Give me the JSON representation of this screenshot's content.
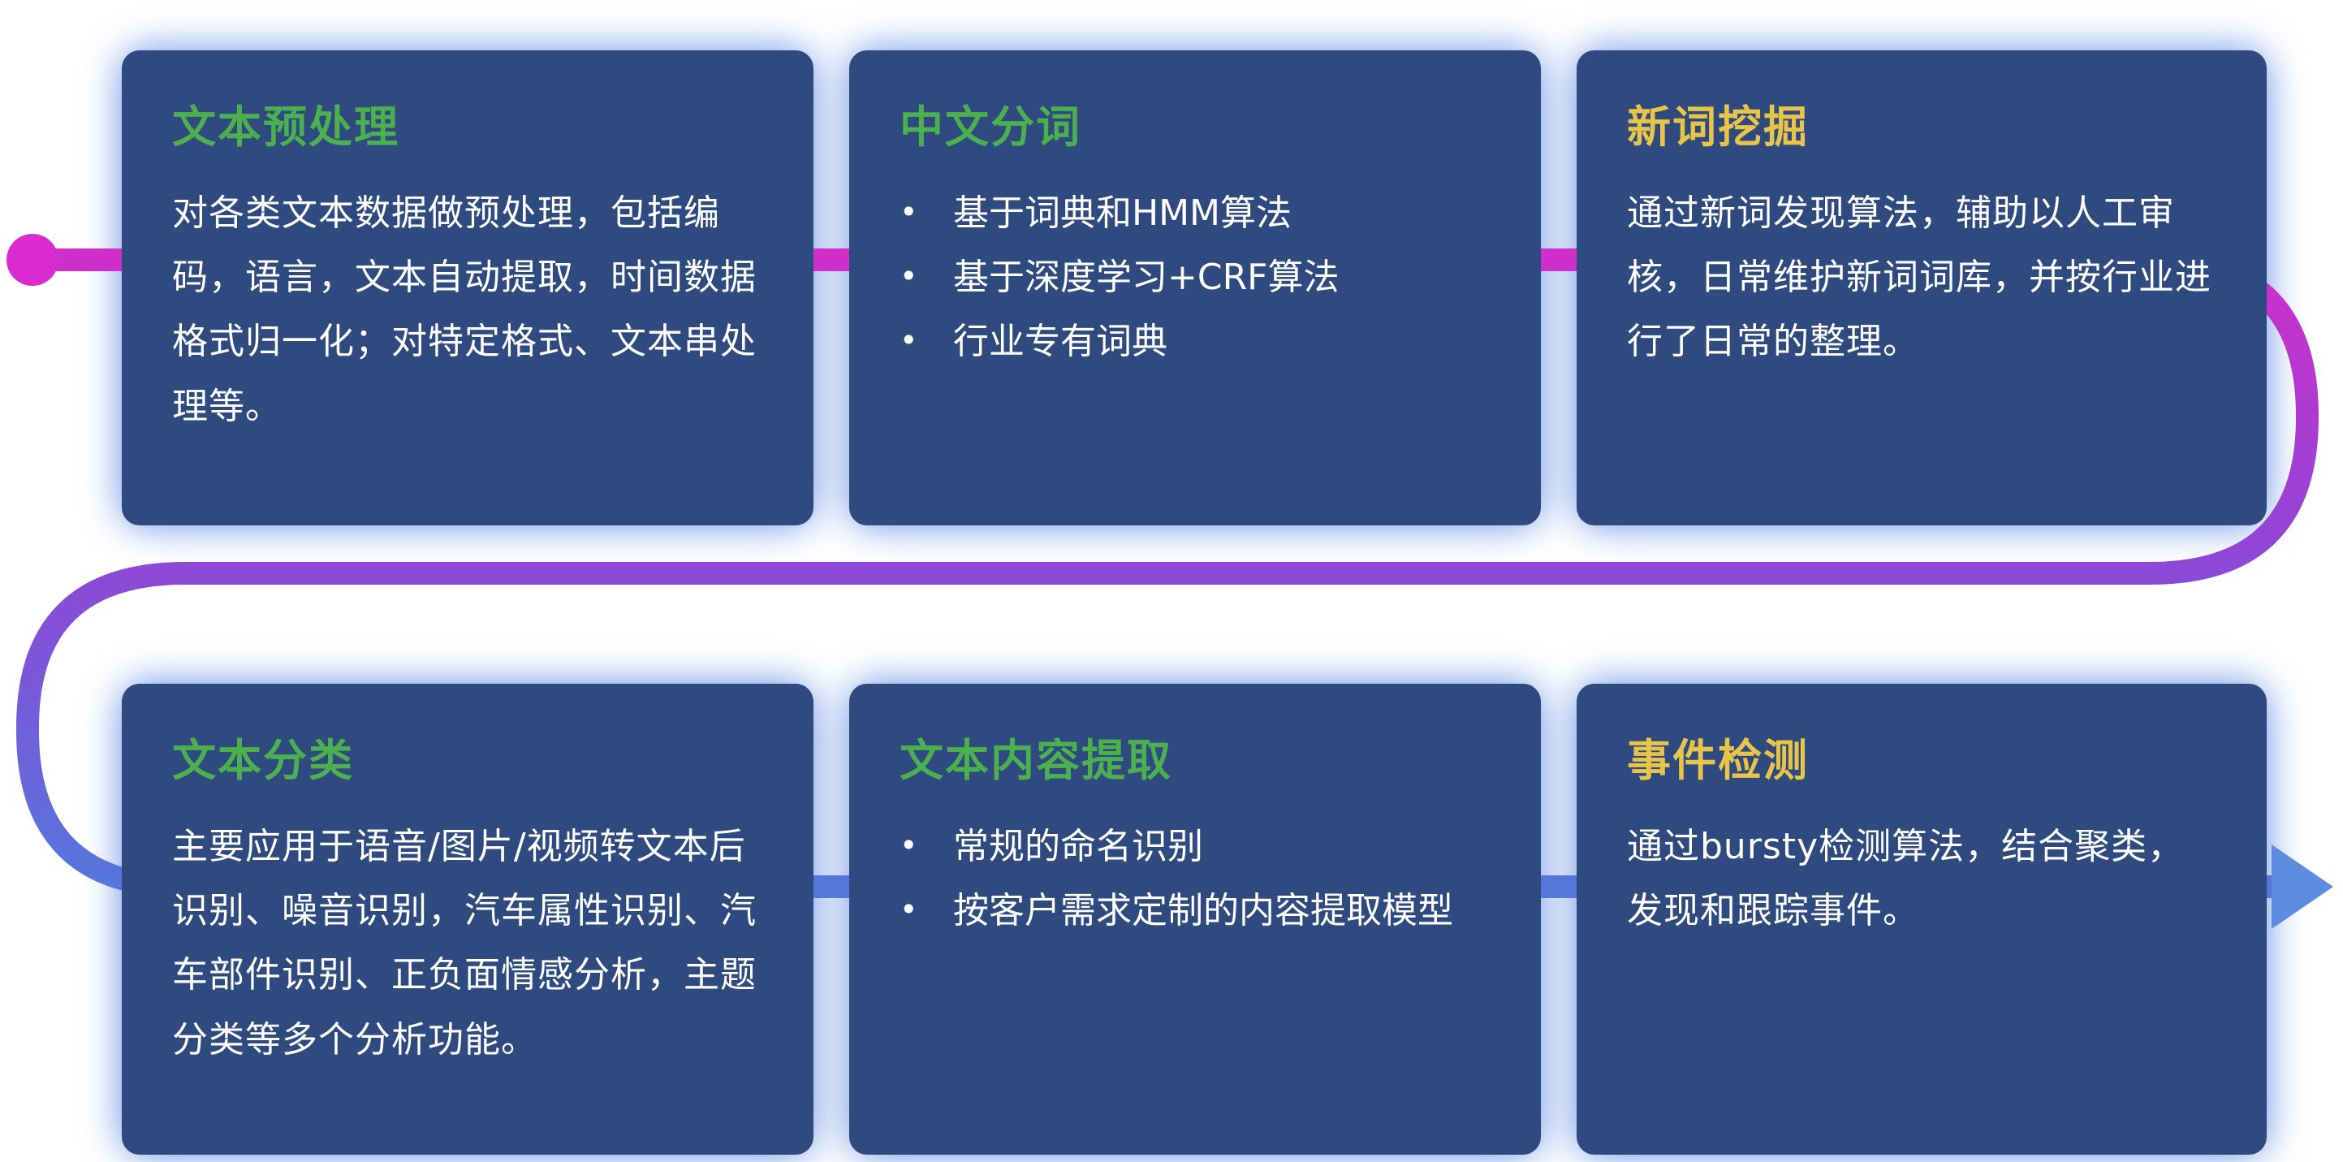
{
  "ui": {
    "bullet": "•"
  },
  "colors": {
    "background": "#FFFFFF",
    "card_bg": "#2E4A7E",
    "card_glow": "#4A7BE0",
    "title_green": "#4CAF50",
    "title_yellow": "#E8C44A",
    "body_text": "#FFFFFF",
    "line_start": "#D92BC9",
    "line_mid": "#8F46D6",
    "line_end": "#4E7CDC",
    "dot": "#D92BD0",
    "arrow": "#5C8CDF"
  },
  "cards": [
    {
      "id": "text-preprocessing",
      "title": "文本预处理",
      "title_color": "green",
      "body": "对各类文本数据做预处理，包括编码，语言，文本自动提取，时间数据格式归一化；对特定格式、文本串处理等。",
      "bullets": []
    },
    {
      "id": "chinese-word-segmentation",
      "title": "中文分词",
      "title_color": "green",
      "body": "",
      "bullets": [
        "基于词典和HMM算法",
        "基于深度学习+CRF算法",
        "行业专有词典"
      ]
    },
    {
      "id": "new-word-mining",
      "title": "新词挖掘",
      "title_color": "yellow",
      "body": "通过新词发现算法，辅助以人工审核，日常维护新词词库，并按行业进行了日常的整理。",
      "bullets": []
    },
    {
      "id": "text-classification",
      "title": "文本分类",
      "title_color": "green",
      "body": "主要应用于语音/图片/视频转文本后识别、噪音识别，汽车属性识别、汽车部件识别、正负面情感分析，主题分类等多个分析功能。",
      "bullets": []
    },
    {
      "id": "text-content-extraction",
      "title": "文本内容提取",
      "title_color": "green",
      "body": "",
      "bullets": [
        "常规的命名识别",
        "按客户需求定制的内容提取模型"
      ]
    },
    {
      "id": "event-detection",
      "title": "事件检测",
      "title_color": "yellow",
      "body": "通过bursty检测算法，结合聚类，发现和跟踪事件。",
      "bullets": []
    }
  ]
}
